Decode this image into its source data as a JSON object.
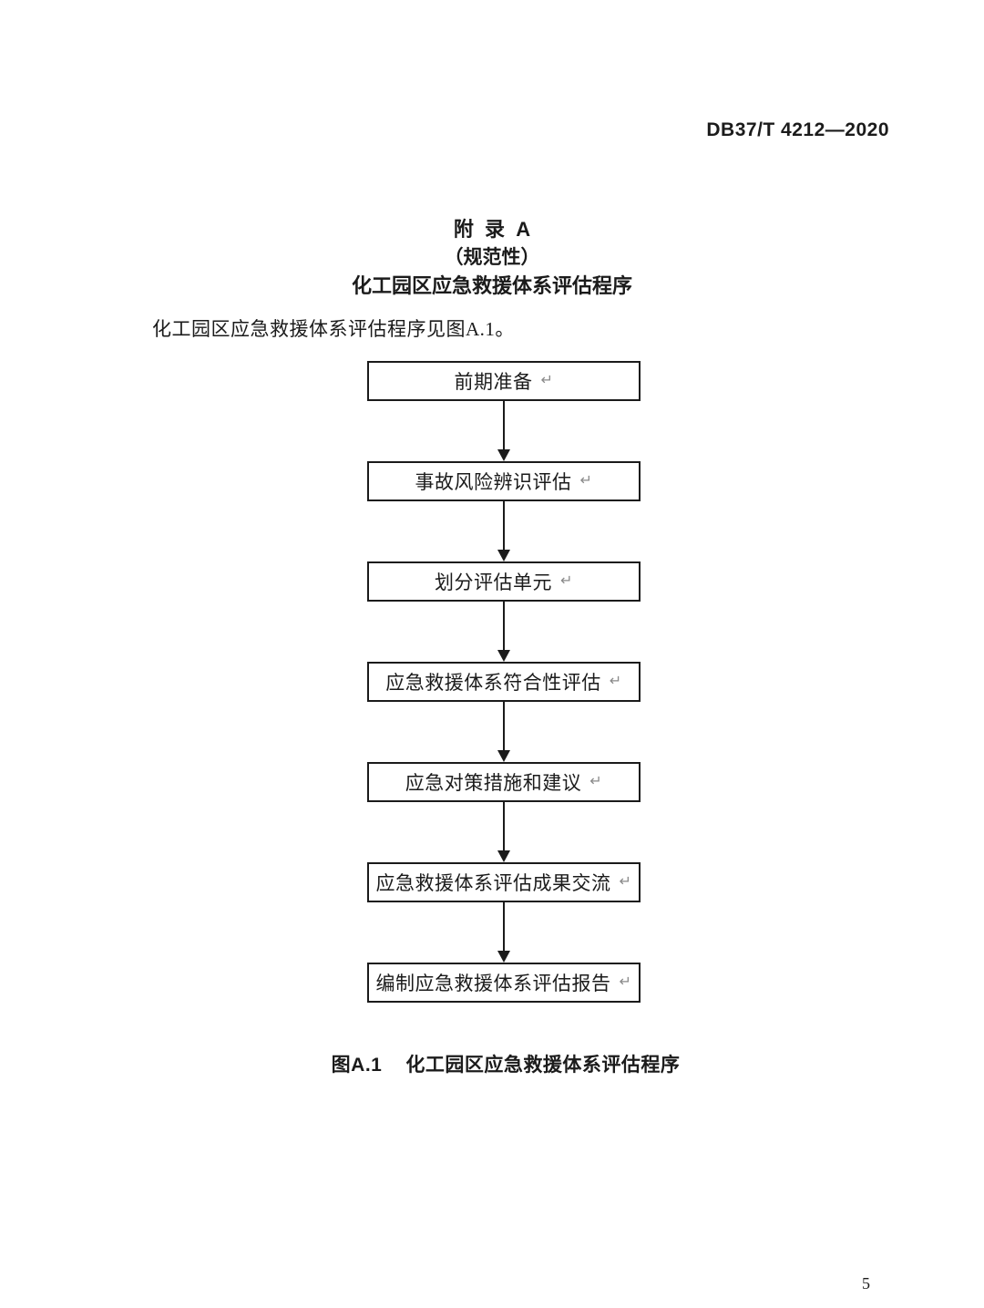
{
  "colors": {
    "ink": "#1b1b1b",
    "paper": "#ffffff",
    "return_mark": "#8a8a8a"
  },
  "header": {
    "standard_code": "DB37/T 4212—2020"
  },
  "appendix": {
    "heading": "附  录  A",
    "subheading": "（规范性）",
    "title": "化工园区应急救援体系评估程序",
    "intro": "化工园区应急救援体系评估程序见图A.1。"
  },
  "flowchart": {
    "return_mark": "↵",
    "steps": [
      {
        "label": "前期准备"
      },
      {
        "label": "事故风险辨识评估"
      },
      {
        "label": "划分评估单元"
      },
      {
        "label": "应急救援体系符合性评估"
      },
      {
        "label": "应急对策措施和建议"
      },
      {
        "label": "应急救援体系评估成果交流"
      },
      {
        "label": "编制应急救援体系评估报告"
      }
    ]
  },
  "figure": {
    "label": "图A.1",
    "title": "化工园区应急救援体系评估程序"
  },
  "footer": {
    "page_number": "5"
  }
}
